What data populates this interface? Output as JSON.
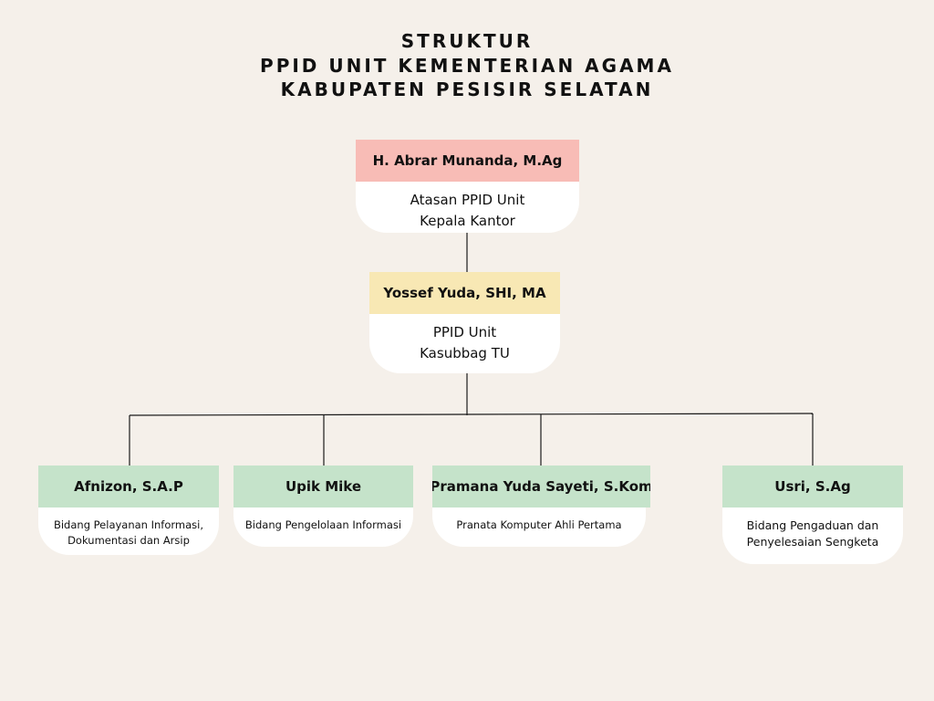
{
  "title": {
    "line1": "STRUKTUR",
    "line2": "PPID UNIT KEMENTERIAN AGAMA",
    "line3": "KABUPATEN PESISIR SELATAN"
  },
  "colors": {
    "background": "#f5f0ea",
    "head_pink": "#f8bcb6",
    "head_yellow": "#f8e8b4",
    "head_green": "#c5e3ca",
    "line": "#1a1a1a"
  },
  "nodes": {
    "atasan": {
      "name": "H. Abrar Munanda, M.Ag",
      "role1": "Atasan PPID Unit",
      "role2": "Kepala Kantor"
    },
    "ppid": {
      "name": "Yossef Yuda, SHI, MA",
      "role1": "PPID Unit",
      "role2": "Kasubbag TU"
    },
    "afnizon": {
      "name": "Afnizon, S.A.P",
      "role1": "Bidang Pelayanan Informasi,",
      "role2": "Dokumentasi dan Arsip"
    },
    "upik": {
      "name": "Upik Mike",
      "role1": "Bidang Pengelolaan Informasi"
    },
    "pramana": {
      "name": "Pramana Yuda Sayeti, S.Kom",
      "role1": "Pranata Komputer Ahli Pertama"
    },
    "usri": {
      "name": "Usri, S.Ag",
      "role1": "Bidang Pengaduan dan",
      "role2": "Penyelesaian Sengketa"
    }
  }
}
